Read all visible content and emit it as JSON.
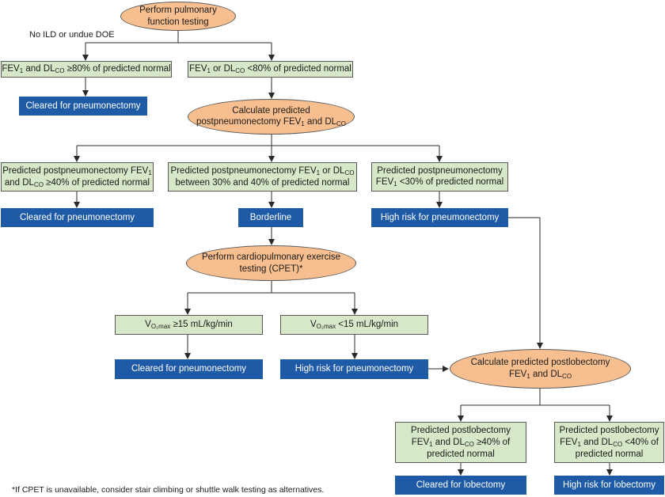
{
  "colors": {
    "oval": "#f7bf8f",
    "green": "#d6e8c8",
    "blue": "#1f5aa6"
  },
  "start": {
    "line1": "Perform pulmonary",
    "line2": "function testing"
  },
  "branch_note": "No ILD or undue DOE",
  "l1_left": {
    "a": "FEV",
    "a_sub": "1",
    "b": " and DL",
    "b_sub": "CO",
    "c": " ≥80% of predicted normal"
  },
  "l1_left_result": "Cleared for pneumonectomy",
  "l1_right": {
    "a": "FEV",
    "a_sub": "1",
    "b": " or DL",
    "b_sub": "CO",
    "c": " <80% of predicted normal"
  },
  "calc_ppo": {
    "line1": "Calculate predicted",
    "line2a": "postpneumonectomy FEV",
    "line2_sub1": "1",
    "line2b": " and DL",
    "line2_sub2": "CO"
  },
  "ppo_left": {
    "line1a": "Predicted postpneumonectomy FEV",
    "line1_sub": "1",
    "line2a": "and DL",
    "line2_sub": "CO",
    "line2b": " ≥40% of predicted normal"
  },
  "ppo_left_result": "Cleared for pneumonectomy",
  "ppo_mid": {
    "line1a": "Predicted postpneumonectomy FEV",
    "line1_sub1": "1",
    "line1b": " or DL",
    "line1_sub2": "CO",
    "line2": "between 30% and 40% of predicted normal"
  },
  "ppo_mid_result": "Borderline",
  "ppo_right": {
    "line1": "Predicted postpneumonectomy",
    "line2a": "FEV",
    "line2_sub": "1",
    "line2b": " <30% of predicted normal"
  },
  "ppo_right_result": "High risk for pneumonectomy",
  "cpet": {
    "line1": "Perform cardiopulmonary exercise",
    "line2": "testing (CPET)*"
  },
  "vo2_left": {
    "a": "V",
    "a_sub": "O₂max",
    "b": " ≥15 mL/kg/min"
  },
  "vo2_left_result": "Cleared for pneumonectomy",
  "vo2_right": {
    "a": "V",
    "a_sub": "O₂max",
    "b": " <15 mL/kg/min"
  },
  "vo2_right_result": "High risk for pneumonectomy",
  "calc_lob": {
    "line1": "Calculate predicted postlobectomy",
    "line2a": "FEV",
    "line2_sub1": "1",
    "line2b": " and DL",
    "line2_sub2": "CO"
  },
  "lob_left": {
    "line1": "Predicted postlobectomy",
    "line2a": "FEV",
    "line2_sub1": "1",
    "line2b": " and DL",
    "line2_sub2": "CO",
    "line2c": " ≥40% of",
    "line3": "predicted normal"
  },
  "lob_left_result": "Cleared for lobectomy",
  "lob_right": {
    "line1": "Predicted postlobectomy",
    "line2a": "FEV",
    "line2_sub1": "1",
    "line2b": " and DL",
    "line2_sub2": "CO",
    "line2c": " <40% of",
    "line3": "predicted normal"
  },
  "lob_right_result": "High risk for lobectomy",
  "footnote": "*If CPET is unavailable, consider stair climbing or shuttle walk testing as alternatives."
}
